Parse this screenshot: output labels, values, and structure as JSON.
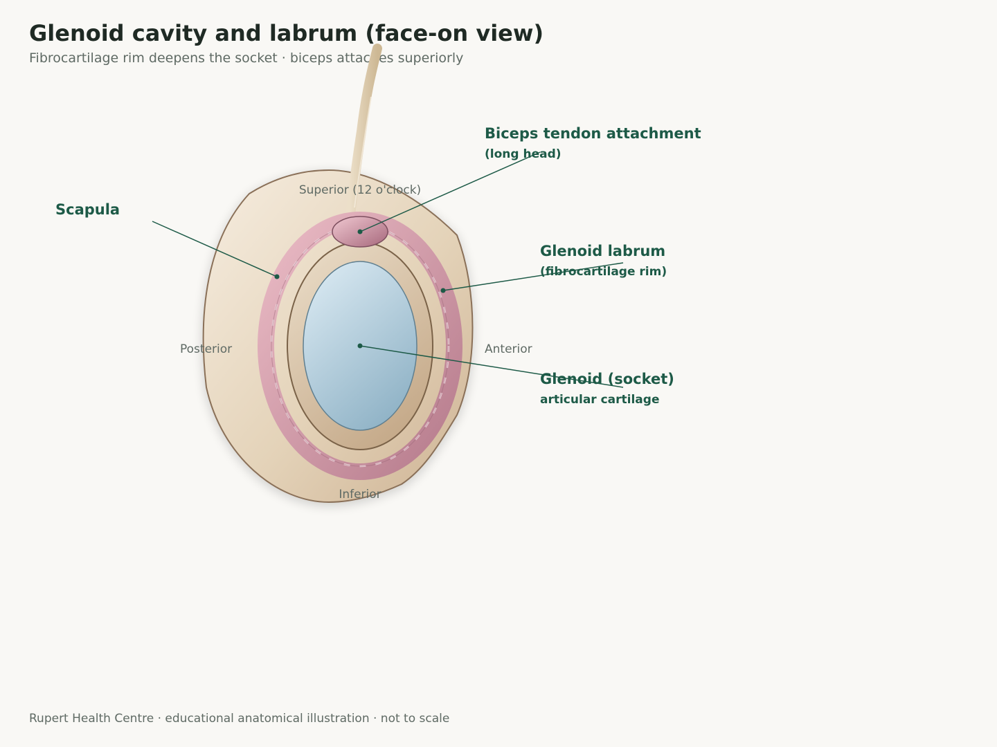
{
  "header": {
    "title": "Glenoid cavity and labrum (face-on view)",
    "subtitle": "Fibrocartilage rim deepens the socket · biceps attaches superiorly"
  },
  "orientation": {
    "superior": "Superior (12 o'clock)",
    "inferior": "Inferior",
    "anterior": "Anterior",
    "posterior": "Posterior"
  },
  "callouts": {
    "scapula": {
      "label": "Scapula"
    },
    "biceps": {
      "label": "Biceps tendon attachment",
      "sublabel": "(long head)"
    },
    "labrum": {
      "label": "Glenoid labrum",
      "sublabel": "(fibrocartilage rim)"
    },
    "glenoid": {
      "label": "Glenoid (socket)",
      "sublabel": "articular cartilage"
    }
  },
  "footer": {
    "text": "Rupert Health Centre · educational anatomical illustration · not to scale"
  },
  "colors": {
    "background": "#f9f8f5",
    "bone": "#e2d2b8",
    "labrum": "#d49ba8",
    "cartilage": "#a7c3d3",
    "accent": "#1d5a47"
  }
}
